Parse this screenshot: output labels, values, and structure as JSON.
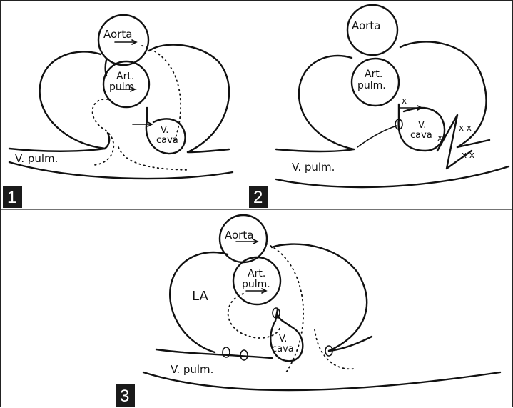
{
  "panels": [
    {
      "number": "1",
      "labels": {
        "aorta": "Aorta",
        "art_pulm_1": "Art.",
        "art_pulm_2": "pulm.",
        "vcava_1": "V.",
        "vcava_2": "cava",
        "vpulm": "V. pulm."
      }
    },
    {
      "number": "2",
      "labels": {
        "aorta": "Aorta",
        "art_pulm_1": "Art.",
        "art_pulm_2": "pulm.",
        "vcava_1": "V.",
        "vcava_2": "cava",
        "vpulm": "V. pulm."
      },
      "marks": {
        "x1": "x",
        "x2": "x",
        "xx1": "x x",
        "xx2": "x x"
      }
    },
    {
      "number": "3",
      "labels": {
        "aorta": "Aorta",
        "art_pulm_1": "Art.",
        "art_pulm_2": "pulm.",
        "la": "LA",
        "vcava_1": "V.",
        "vcava_2": "cava",
        "vpulm": "V. pulm."
      }
    }
  ]
}
